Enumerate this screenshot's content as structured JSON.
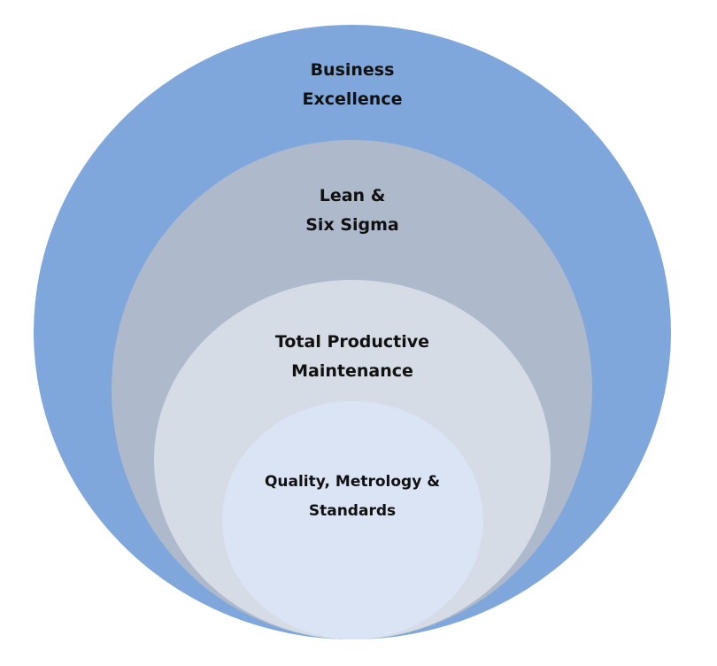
{
  "diagram": {
    "layers": [
      {
        "label": "Business\nExcellence",
        "color": "#7fa7dc"
      },
      {
        "label": "Lean &\nSix Sigma",
        "color": "#aeb9cc"
      },
      {
        "label": "Total Productive\nMaintenance",
        "color": "#d6dce6"
      },
      {
        "label": "Quality, Metrology &\nStandards",
        "color": "#dbe4f5"
      }
    ]
  }
}
